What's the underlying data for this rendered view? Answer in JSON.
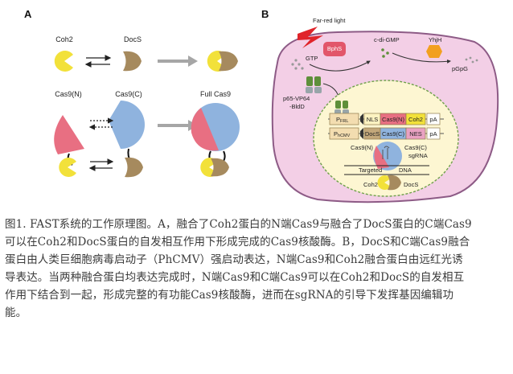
{
  "panelA": {
    "label": "A",
    "coh2": "Coh2",
    "docs": "DocS",
    "cas9n": "Cas9(N)",
    "cas9c": "Cas9(C)",
    "full": "Full Cas9"
  },
  "panelB": {
    "label": "B",
    "far_red": "Far-red light",
    "bphs": "BphS",
    "gtp": "GTP",
    "cdigmp": "c-di-GMP",
    "yhjh": "YhjH",
    "pgpg": "pGpG",
    "p65_line1": "p65-VP64",
    "p65_line2": "-BldD",
    "construct1": {
      "promoter_main": "P",
      "promoter_sub": "FRL",
      "parts": [
        "NLS",
        "Cas9(N)",
        "Coh2",
        "pA"
      ]
    },
    "construct2": {
      "promoter_main": "P",
      "promoter_sub": "hCMV",
      "parts": [
        "DocS",
        "Cas9(C)",
        "NES",
        "pA"
      ]
    },
    "cas9n": "Cas9(N)",
    "cas9c": "Cas9(C)",
    "sgrna": "sgRNA",
    "targeted": "Targeted",
    "dna": "DNA",
    "coh2": "Coh2",
    "docs": "DocS"
  },
  "caption": {
    "lines": [
      "图1. FAST系统的工作原理图。A，融合了Coh2蛋白的N端Cas9与融合了DocS蛋白的C端Cas9",
      "可以在Coh2和DocS蛋白的自发相互作用下形成完成的Cas9核酸酶。B，DocS和C端Cas9融合",
      "蛋白由人类巨细胞病毒启动子（PhCMV）强启动表达，N端Cas9和Coh2融合蛋白由远红光诱",
      "导表达。当两种融合蛋白均表达完成时，N端Cas9和C端Cas9可以在Coh2和DocS的自发相互",
      "作用下结合到一起，形成完整的有功能Cas9核酸酶，进而在sgRNA的引导下发挥基因编辑功",
      "能。"
    ]
  },
  "colors": {
    "coh2": "#f2e13a",
    "docs": "#a68a5e",
    "cas9n": "#e86f82",
    "cas9c": "#8fb3de",
    "cell": "#f3cfe6",
    "nucleus": "#fdf6d2",
    "arrow_gray": "#a6a6a6"
  }
}
